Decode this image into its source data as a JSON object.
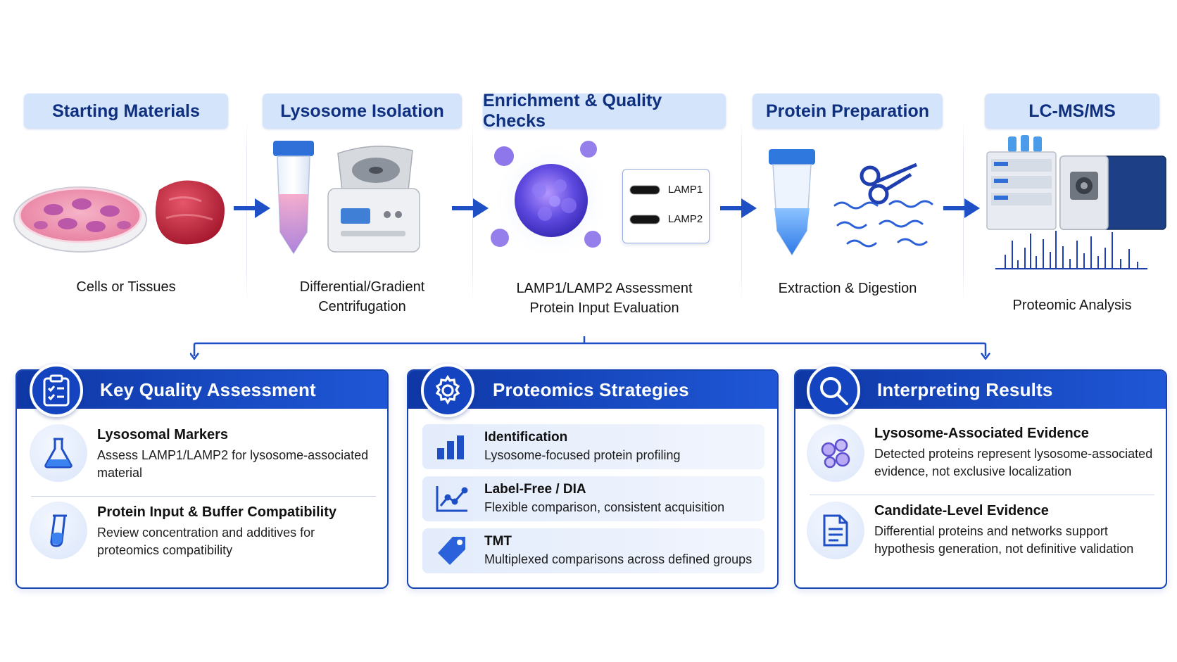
{
  "workflow": {
    "stages": [
      {
        "title": "Starting Materials",
        "caption": [
          "Cells or Tissues"
        ]
      },
      {
        "title": "Lysosome Isolation",
        "caption": [
          "Differential/Gradient",
          "Centrifugation"
        ]
      },
      {
        "title": "Enrichment & Quality Checks",
        "caption": [
          "LAMP1/LAMP2 Assessment",
          "Protein Input Evaluation"
        ]
      },
      {
        "title": "Protein Preparation",
        "caption": [
          "Extraction & Digestion"
        ]
      },
      {
        "title": "LC-MS/MS",
        "caption": [
          "Proteomic Analysis"
        ]
      }
    ],
    "blot": {
      "band1": "LAMP1",
      "band2": "LAMP2"
    }
  },
  "panels": {
    "quality": {
      "title": "Key Quality Assessment",
      "items": [
        {
          "title": "Lysosomal Markers",
          "desc": [
            "Assess LAMP1/LAMP2 for lysosome-associated",
            "material"
          ]
        },
        {
          "title": "Protein Input & Buffer Compatibility",
          "desc": [
            "Review concentration and additives for",
            "proteomics compatibility"
          ]
        }
      ]
    },
    "strategies": {
      "title": "Proteomics Strategies",
      "items": [
        {
          "title": "Identification",
          "desc": "Lysosome-focused protein profiling"
        },
        {
          "title": "Label-Free / DIA",
          "desc": "Flexible comparison, consistent acquisition"
        },
        {
          "title": "TMT",
          "desc": "Multiplexed comparisons across defined groups"
        }
      ]
    },
    "results": {
      "title": "Interpreting Results",
      "items": [
        {
          "title": "Lysosome-Associated Evidence",
          "desc": [
            "Detected proteins represent lysosome-associated",
            "evidence, not exclusive localization"
          ]
        },
        {
          "title": "Candidate-Level Evidence",
          "desc": [
            "Differential proteins and networks support",
            "hypothesis generation, not definitive validation"
          ]
        }
      ]
    }
  },
  "colors": {
    "primary": "#1444c0",
    "title_bg": "#d3e4fb",
    "title_text": "#0f2f7f"
  }
}
